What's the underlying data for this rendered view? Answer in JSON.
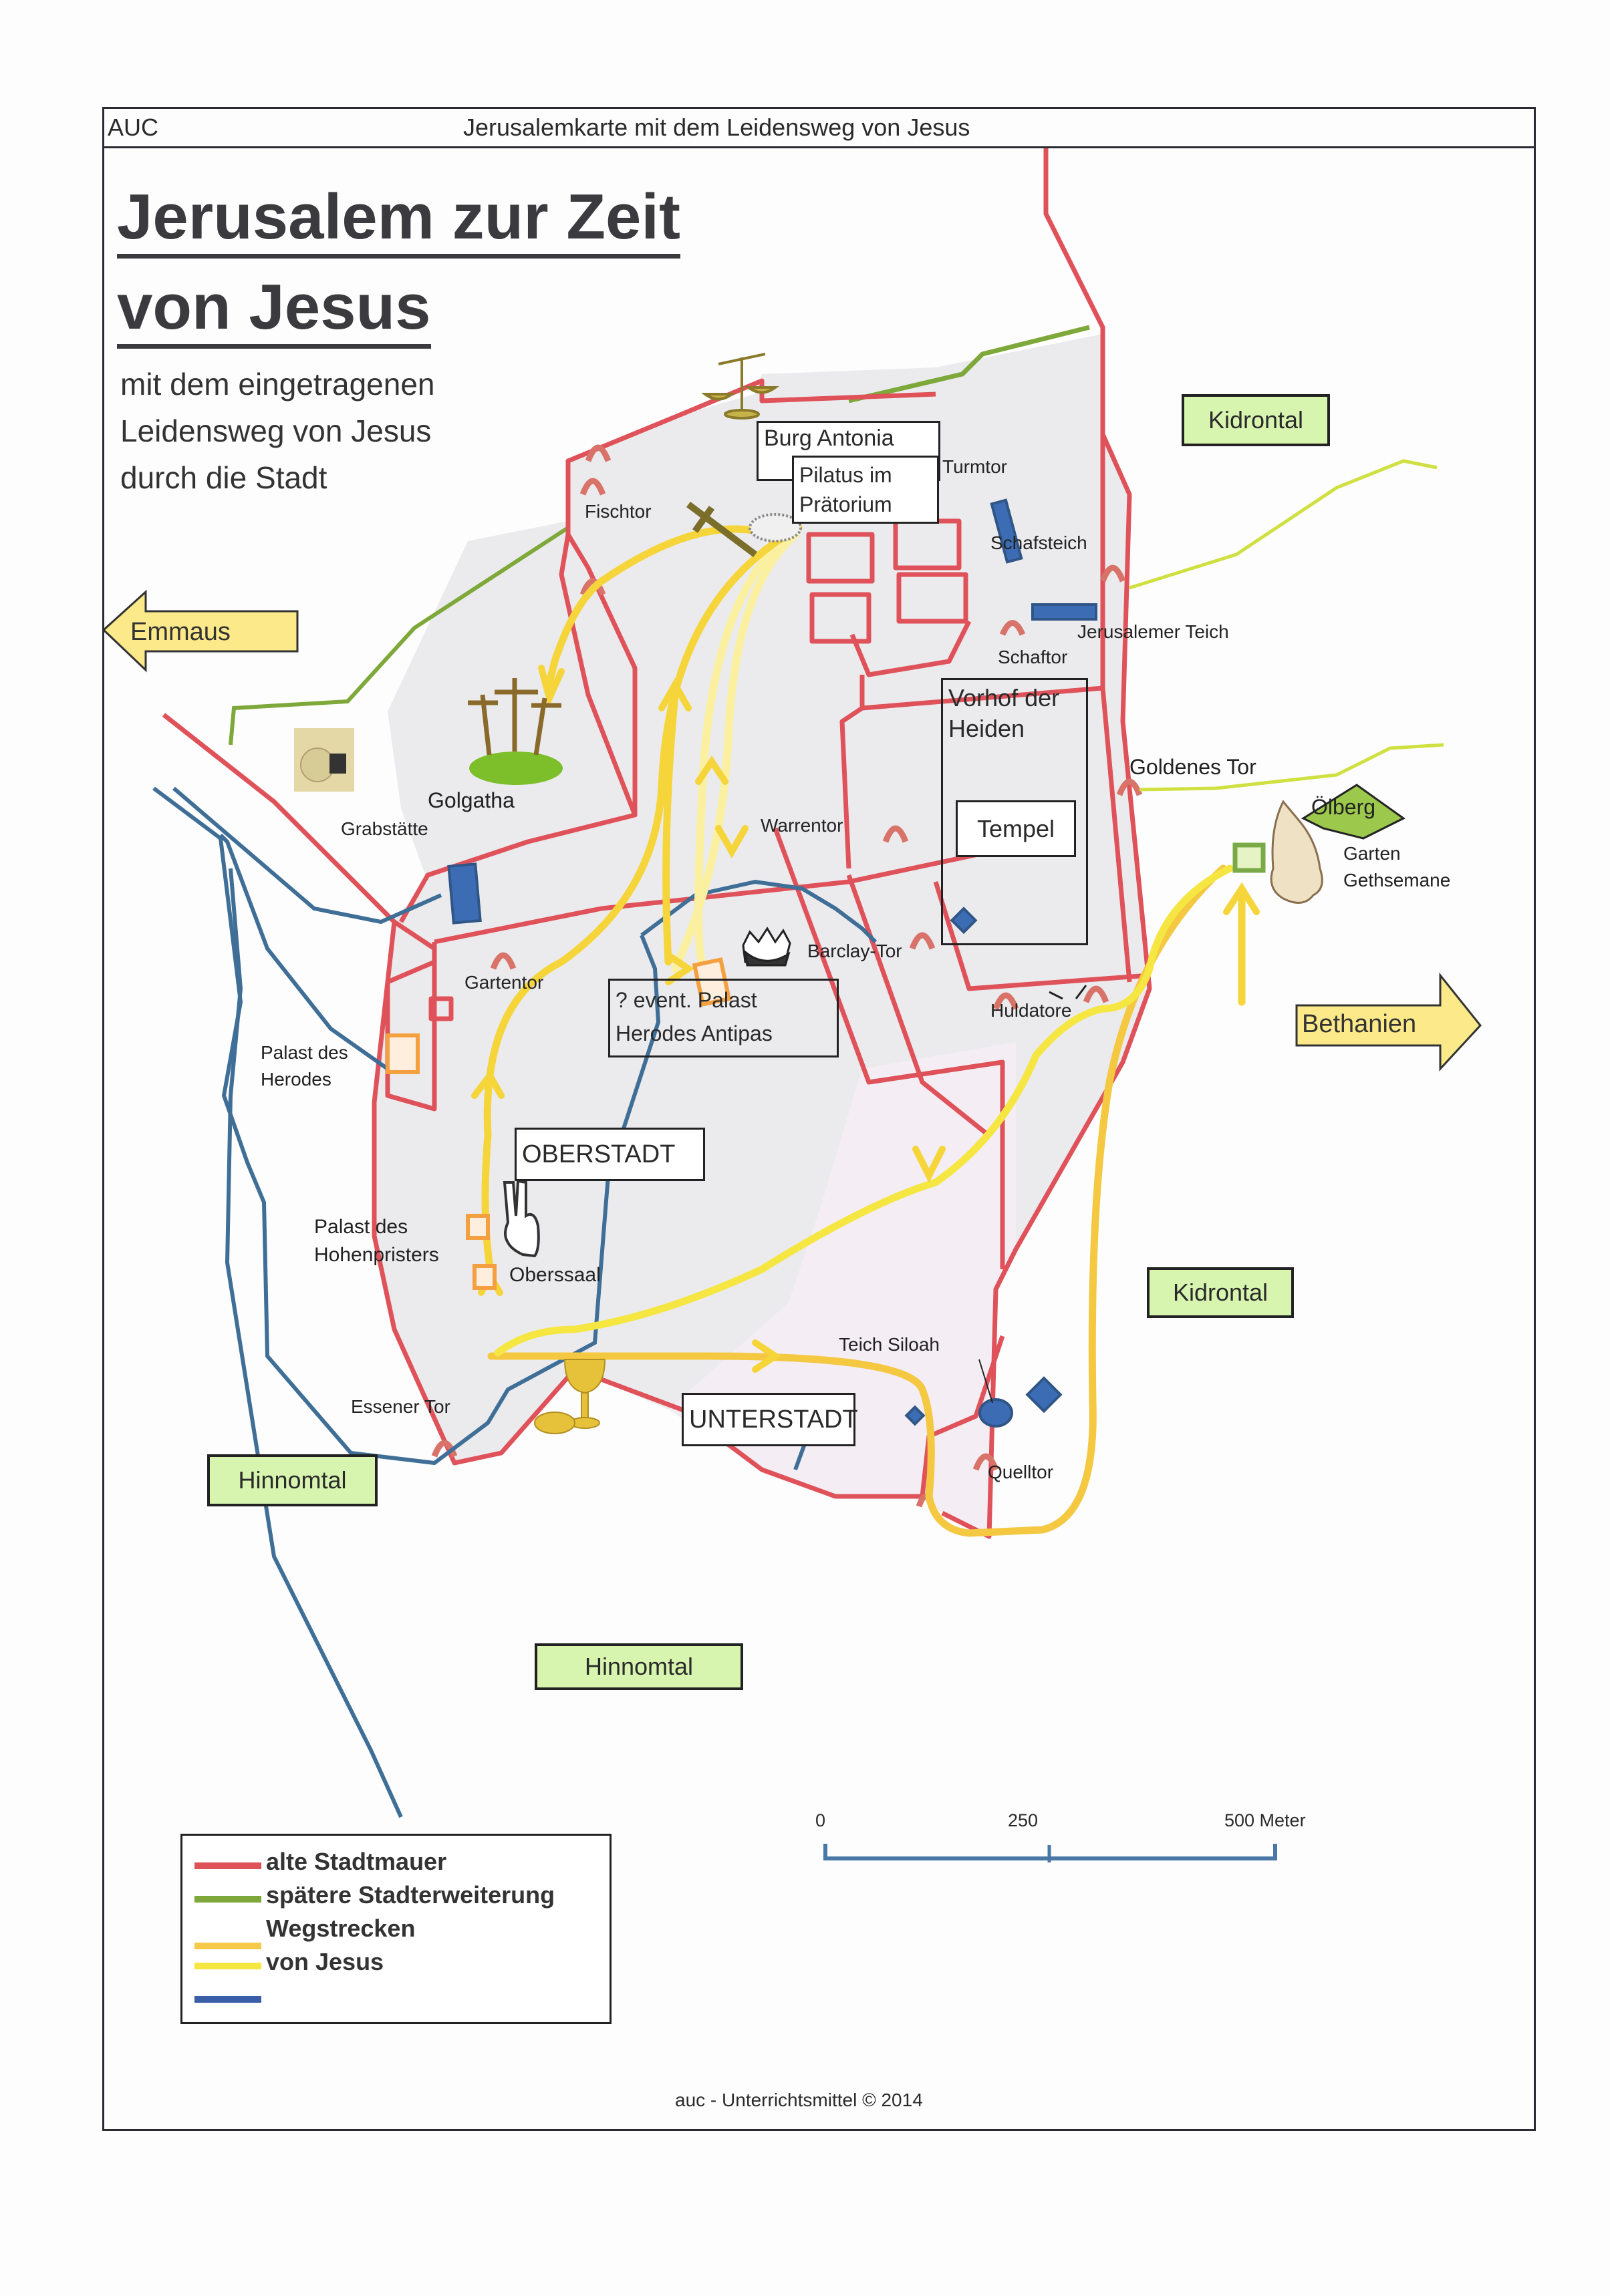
{
  "header": {
    "left_label": "AUC",
    "title": "Jerusalemkarte mit dem Leidensweg von Jesus"
  },
  "title": {
    "line1": "Jerusalem zur Zeit",
    "line2": "von Jesus",
    "subtitle_lines": [
      "mit dem eingetragenen",
      "Leidensweg von Jesus",
      "durch die Stadt"
    ]
  },
  "directions": {
    "emmaus": "Emmaus",
    "bethanien": "Bethanien"
  },
  "valleys": {
    "kidrontal_top": "Kidrontal",
    "kidrontal_bottom": "Kidrontal",
    "hinnomtal_left": "Hinnomtal",
    "hinnomtal_bottom": "Hinnomtal"
  },
  "places": {
    "burg_antonia": "Burg Antonia",
    "pilatus_line1": "Pilatus im",
    "pilatus_line2": "Prätorium",
    "turmtor": "Turmtor",
    "fischtor": "Fischtor",
    "schafsteich": "Schafsteich",
    "jerusalemer_teich": "Jerusalemer Teich",
    "schaftor": "Schaftor",
    "vorhof_line1": "Vorhof der",
    "vorhof_line2": "Heiden",
    "tempel": "Tempel",
    "goldenes_tor": "Goldenes Tor",
    "oelberg": "Ölberg",
    "garten_line1": "Garten",
    "garten_line2": "Gethsemane",
    "golgatha": "Golgatha",
    "grabstaette": "Grabstätte",
    "warrentor": "Warrentor",
    "gartentor": "Gartentor",
    "barclay_tor": "Barclay-Tor",
    "antipas_line1": "? event. Palast",
    "antipas_line2": "Herodes  Antipas",
    "huldatore": "Huldatore",
    "palast_herodes_line1": "Palast des",
    "palast_herodes_line2": "Herodes",
    "oberstadt": "OBERSTADT",
    "hohepriester_line1": "Palast des",
    "hohepriester_line2": "Hohenpristers",
    "oberssaal": "Oberssaal",
    "teich_siloah": "Teich Siloah",
    "essener_tor": "Essener Tor",
    "unterstadt": "UNTERSTADT",
    "quelltor": "Quelltor"
  },
  "legend": {
    "items": [
      {
        "label": "alte Stadtmauer",
        "color": "#e0525a"
      },
      {
        "label": "spätere Stadterweiterung",
        "color": "#7ea83a"
      },
      {
        "label": "Wegstrecken",
        "color": "#f7c948"
      },
      {
        "label": "von Jesus",
        "color": "#f5e642"
      },
      {
        "label": "",
        "color": "#3a5fa8"
      }
    ]
  },
  "scale": {
    "ticks": [
      "0",
      "250",
      "500 Meter"
    ]
  },
  "footer": "auc - Unterrichtsmittel  © 2014",
  "colors": {
    "wall": "#e0525a",
    "extension": "#7ea83a",
    "route": "#f7d040",
    "route_light": "#faf0a0",
    "valley": "#3f6e96",
    "pool": "#3c6cb4",
    "valley_label_bg": "#d8f5b0",
    "arrow_bg": "#fbe98a"
  }
}
